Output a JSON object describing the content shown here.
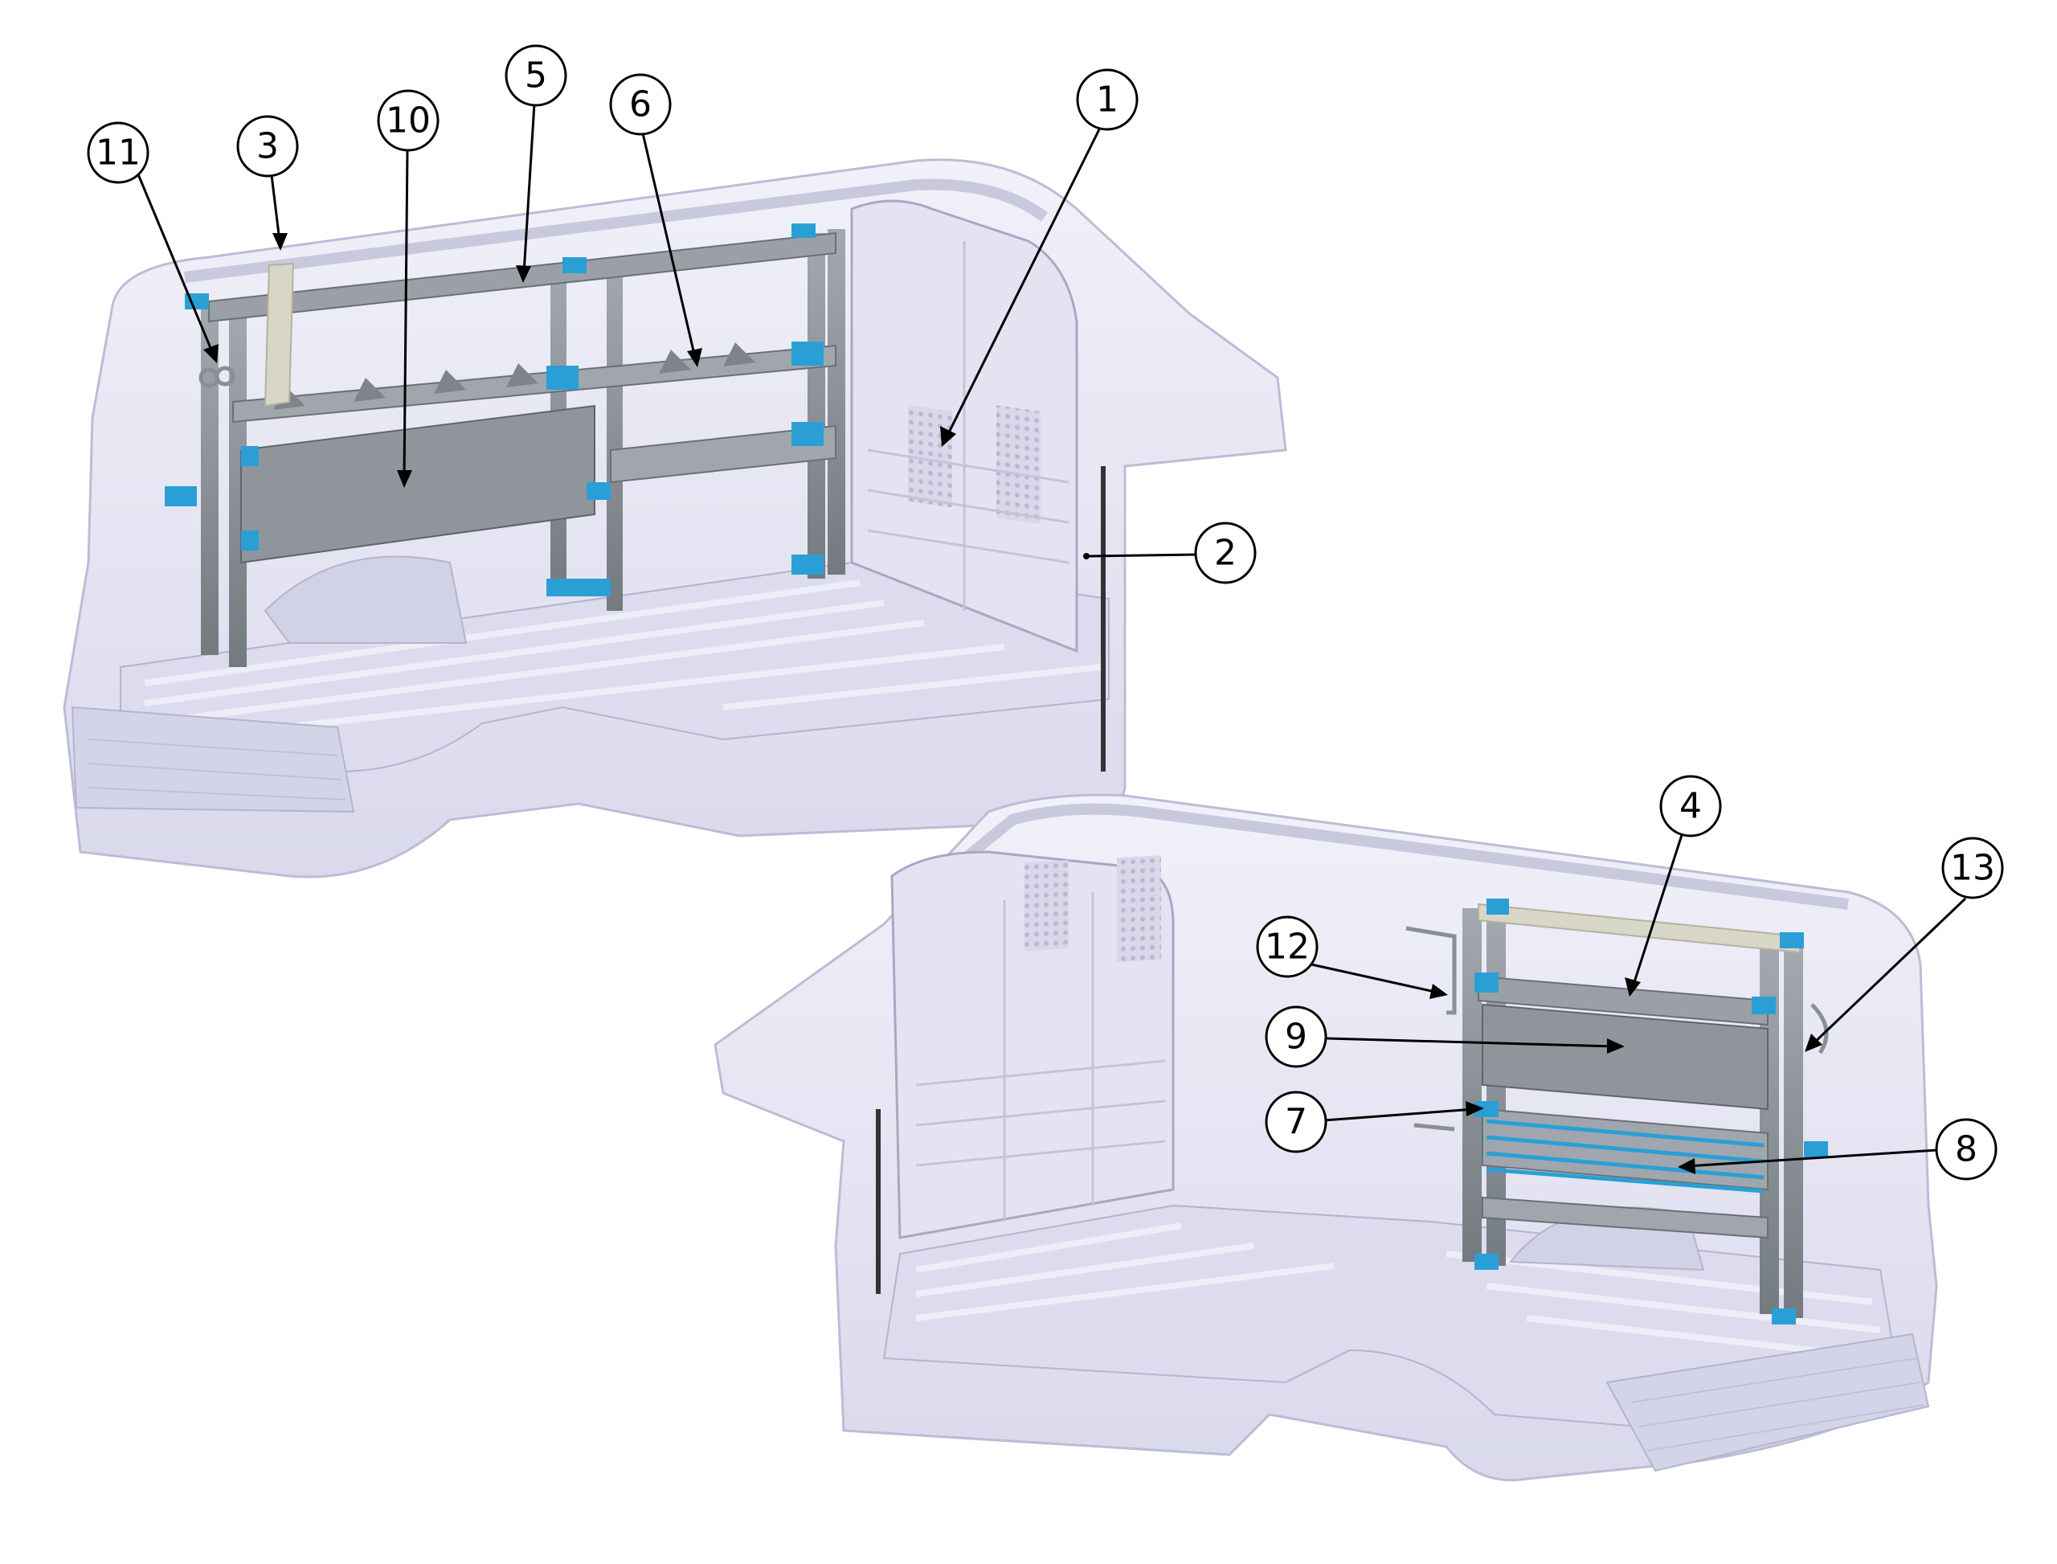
{
  "callouts": [
    {
      "label": "1"
    },
    {
      "label": "2"
    },
    {
      "label": "3"
    },
    {
      "label": "4"
    },
    {
      "label": "5"
    },
    {
      "label": "6"
    },
    {
      "label": "7"
    },
    {
      "label": "8"
    },
    {
      "label": "9"
    },
    {
      "label": "10"
    },
    {
      "label": "11"
    },
    {
      "label": "12"
    },
    {
      "label": "13"
    }
  ],
  "colors": {
    "van_body": "#e6e6f5",
    "van_outline": "#bcbcd6",
    "shelf_steel": "#8d9399",
    "bracket_blue": "#2a9fd6",
    "floor": "#dcdcee"
  }
}
